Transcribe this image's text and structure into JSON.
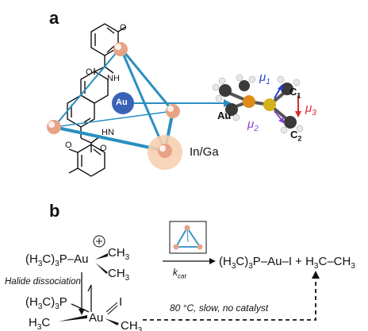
{
  "panel_a": {
    "label": "a",
    "encapsulated_metal": "Au",
    "cage_vertex_label": "In/Ga",
    "complex_labels": {
      "metal": "Au",
      "carbon_1": "C",
      "carbon_1_sub": "1",
      "carbon_2": "C",
      "carbon_2_sub": "2",
      "mu": "μ",
      "mu_1_sub": "1",
      "mu_2_sub": "2",
      "mu_3_sub": "3"
    },
    "colors": {
      "cage_edge": "#2a8fc0",
      "au_sphere": "#3a63b8",
      "vertex": "#e8a386",
      "mu1": "#1f3fd6",
      "mu2": "#8a44c9",
      "mu3": "#e0262e",
      "phosphorus": "#e08a1a",
      "gold_atom": "#d4b21a"
    }
  },
  "panel_b": {
    "label": "b",
    "reactant": "(H3C)3P–Au(+)(CH3)2",
    "product": "(H3C)3P–Au–I + H3C–CH3",
    "k_cat": "k",
    "k_cat_sub": "cat",
    "halide_dissociation": "Halide dissociation",
    "uncatalyzed": "80 °C, slow, no catalyst"
  }
}
